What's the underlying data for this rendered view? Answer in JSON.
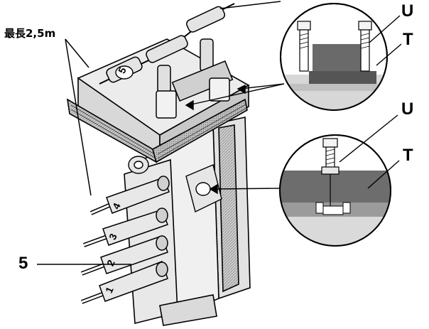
{
  "labels": {
    "length": "最長2,5m",
    "u_top": "U",
    "t_top": "T",
    "u_bottom": "U",
    "t_bottom": "T",
    "five": "5"
  },
  "connector_numbers": [
    "1",
    "2",
    "3",
    "4"
  ],
  "top_connector_number": "5",
  "colors": {
    "line": "#000000",
    "light_gray": "#d6d6d6",
    "mid_gray": "#a8a8a8",
    "dark_gray": "#5a5a5a",
    "white": "#ffffff"
  }
}
